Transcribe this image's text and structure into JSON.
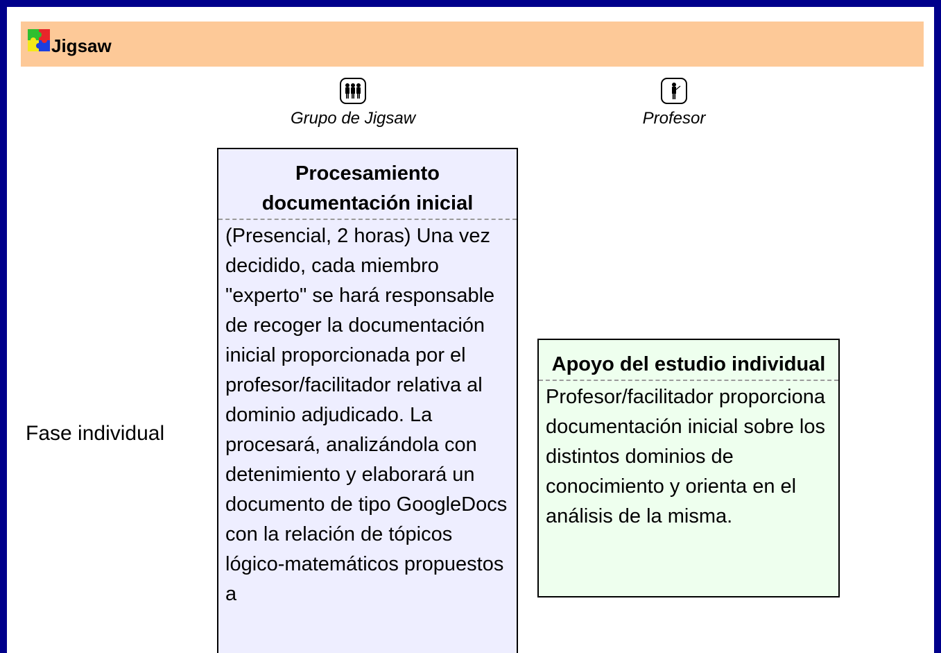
{
  "title": "Jigsaw",
  "roles": [
    {
      "icon": "group-icon",
      "label": "Grupo de Jigsaw"
    },
    {
      "icon": "teacher-icon",
      "label": "Profesor"
    }
  ],
  "phase": {
    "label": "Fase individual"
  },
  "activities": [
    {
      "title": "Procesamiento documentación inicial",
      "description": "(Presencial, 2 horas) Una vez decidido, cada miembro \"experto\" se hará responsable de recoger la documentación inicial proporcionada por el profesor/facilitador relativa al dominio adjudicado. La procesará, analizándola con detenimiento y elaborará un documento de tipo GoogleDocs con la relación de tópicos lógico-matemáticos propuestos a"
    },
    {
      "title": "Apoyo del estudio individual",
      "description": "Profesor/facilitador proporciona documentación inicial sobre los distintos dominios de conocimiento y orienta en el análisis de la misma."
    }
  ],
  "colors": {
    "frame_border": "#00008b",
    "title_bar": "#fdc998",
    "group_activity_bg": "#eeeeff",
    "teacher_activity_bg": "#eeffee"
  }
}
